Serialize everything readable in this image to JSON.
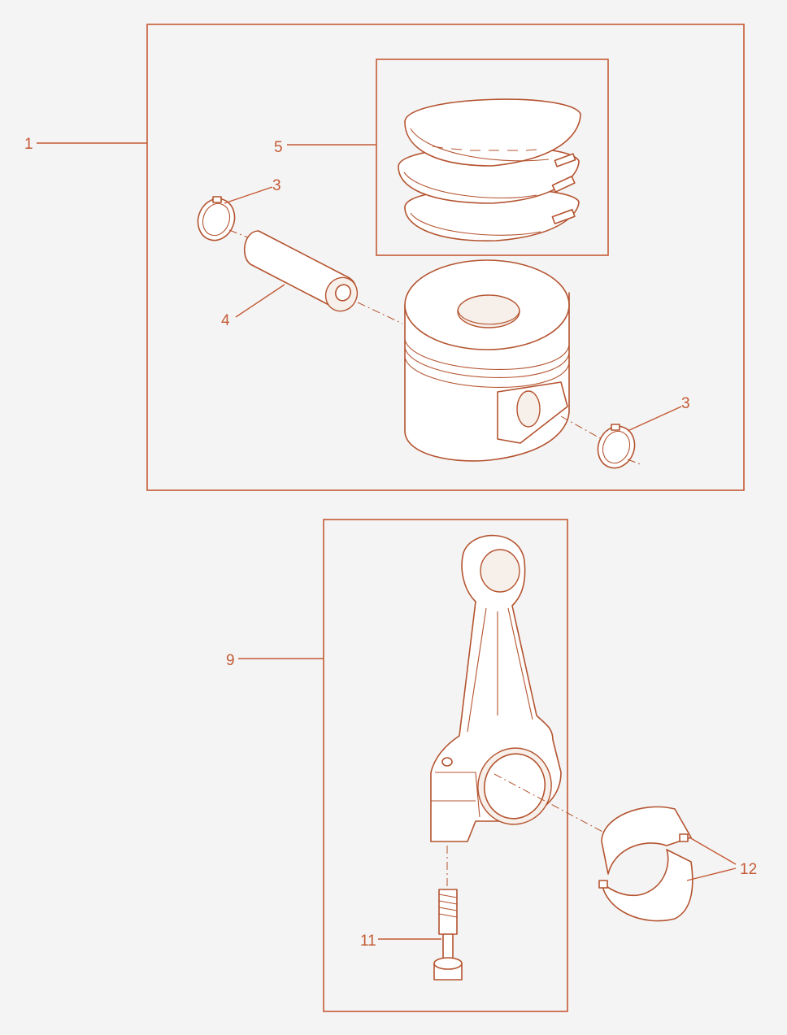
{
  "diagram": {
    "callouts": {
      "c1": "1",
      "c3a": "3",
      "c3b": "3",
      "c4": "4",
      "c5": "5",
      "c9": "9",
      "c11": "11",
      "c12": "12"
    },
    "colors": {
      "line": "#c45a35",
      "background": "#f4f4f4"
    }
  }
}
